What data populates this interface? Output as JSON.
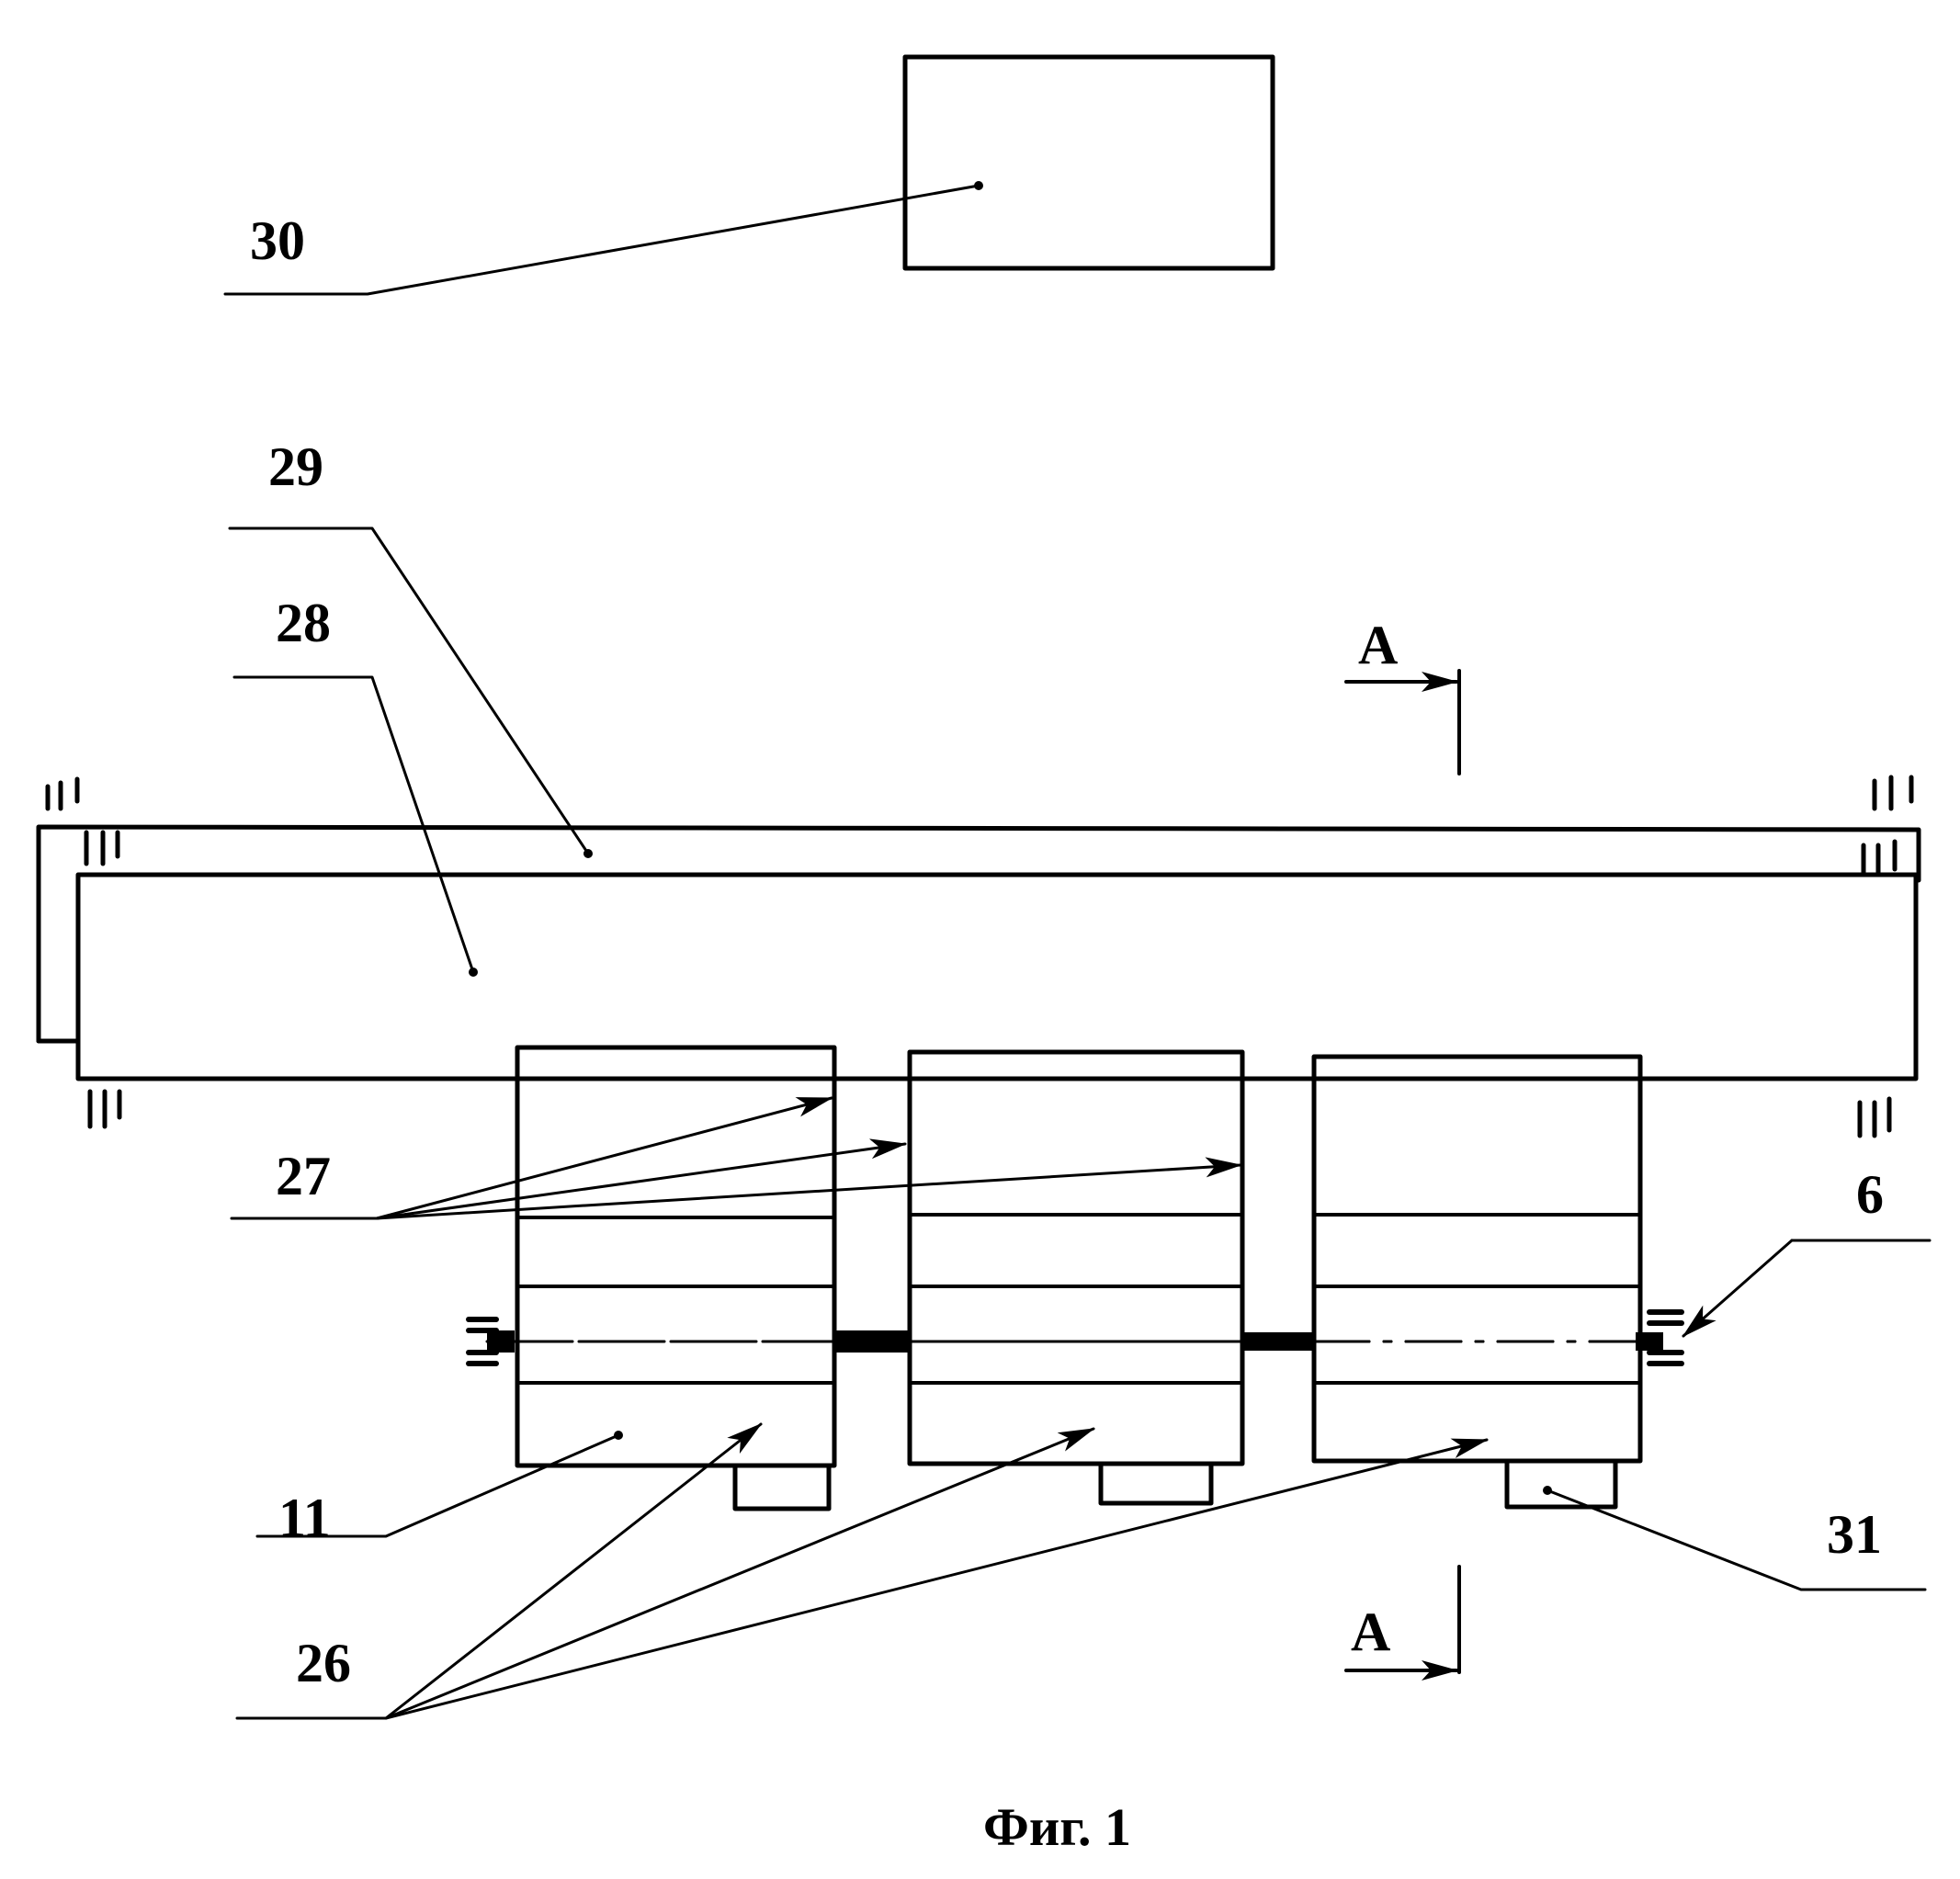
{
  "figure": {
    "caption": "Фиг. 1",
    "labels": {
      "l30": "30",
      "l29": "29",
      "l28": "28",
      "l27": "27",
      "l6": "6",
      "l11": "11",
      "l31": "31",
      "l26": "26",
      "section_top": "А",
      "section_bottom": "А"
    },
    "colors": {
      "ink": "#000000",
      "paper": "#ffffff"
    }
  }
}
